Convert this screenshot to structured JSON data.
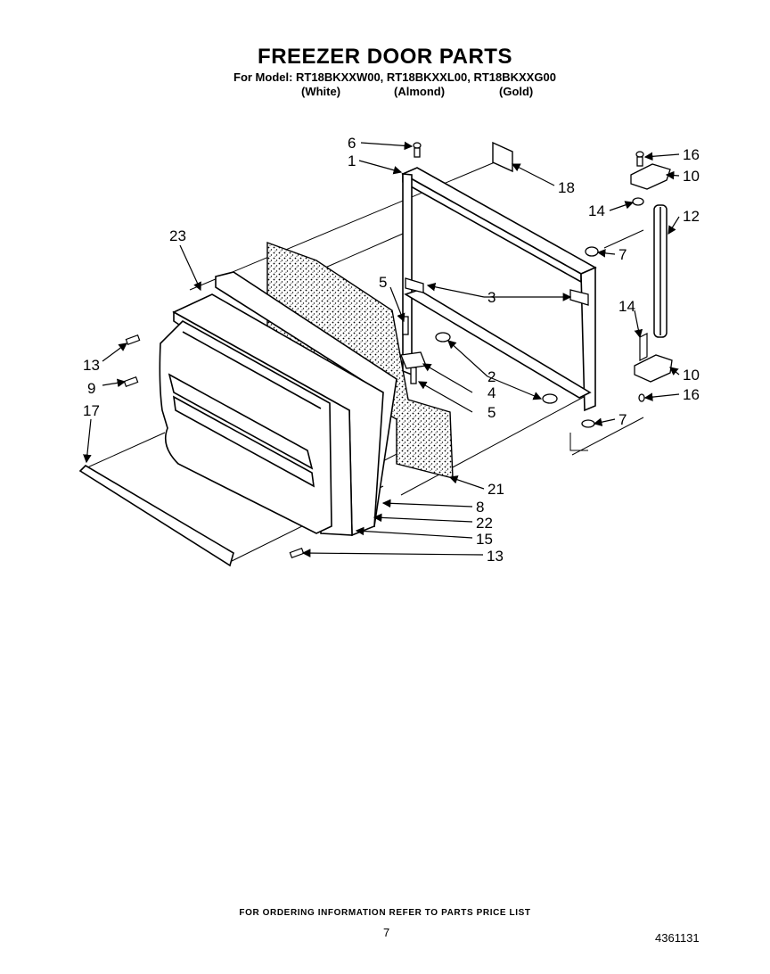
{
  "header": {
    "title": "FREEZER DOOR PARTS",
    "model_line": "For Model: RT18BKXXW00, RT18BKXXL00, RT18BKXXG00",
    "colors": [
      "(White)",
      "(Almond)",
      "(Gold)"
    ]
  },
  "callouts": {
    "c6": "6",
    "c1": "1",
    "c18": "18",
    "c16a": "16",
    "c10a": "10",
    "c12": "12",
    "c14a": "14",
    "c7a": "7",
    "c23": "23",
    "c5a": "5",
    "c3": "3",
    "c2": "2",
    "c4": "4",
    "c5b": "5",
    "c13a": "13",
    "c9": "9",
    "c17": "17",
    "c14b": "14",
    "c10b": "10",
    "c16b": "16",
    "c7b": "7",
    "c21": "21",
    "c8": "8",
    "c22": "22",
    "c15": "15",
    "c13b": "13"
  },
  "footer": {
    "ordering": "FOR ORDERING INFORMATION REFER TO PARTS PRICE LIST",
    "page_number": "7",
    "doc_number": "4361131"
  }
}
